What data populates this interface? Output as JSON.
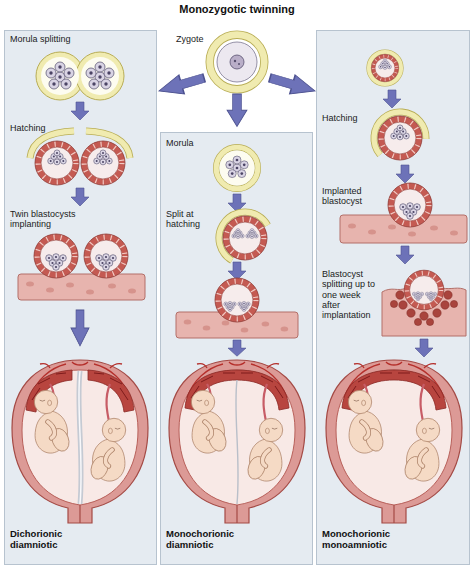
{
  "diagram": {
    "title": "Monozygotic twinning",
    "nodes": [
      {
        "text": [
          "Morula splitting",
          "Hatching",
          "Twin blastocysts implanting",
          "Dichorionic diamniotic"
        ]
      },
      {
        "text": [
          "Morula",
          "Split at hatching",
          "Monochorionic diamniotic"
        ]
      },
      {
        "text": [
          "Hatching",
          "Implanted blastocyst",
          "Blastocyst splitting up to one week after implantation",
          "Monochorionic monoamniotic"
        ]
      }
    ],
    "labels": [
      "Zygote"
    ]
  }
}
